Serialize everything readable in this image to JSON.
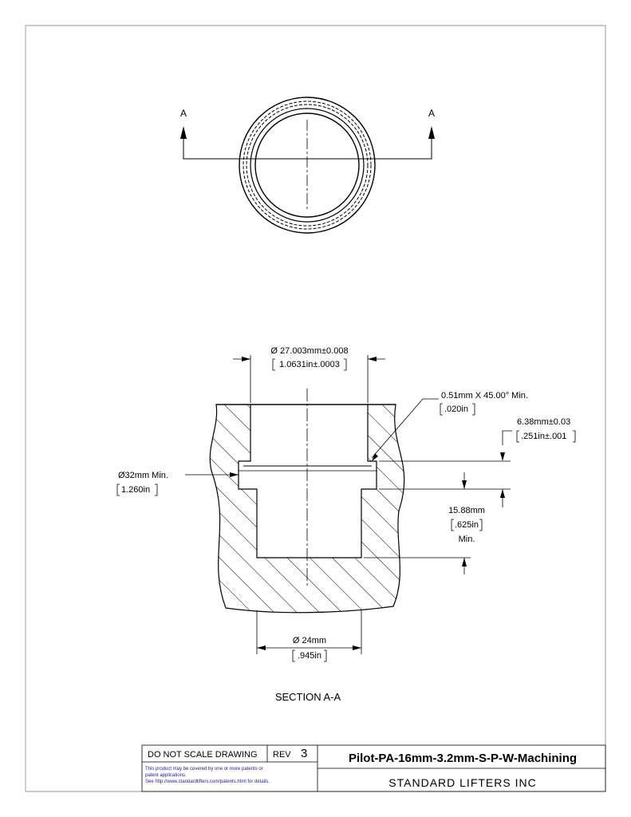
{
  "view_labels": {
    "section_left": "A",
    "section_right": "A"
  },
  "dimensions": {
    "bore_dia_mm": "Ø 27.003mm±0.008",
    "bore_dia_in": "1.0631in±.0003",
    "chamfer_mm": "0.51mm X 45.00° Min.",
    "chamfer_in": ".020in",
    "groove_depth_mm": "6.38mm±0.03",
    "groove_depth_in": ".251in±.001",
    "groove_dia_mm": "Ø32mm Min.",
    "groove_dia_in": "1.260in",
    "hole_depth_mm": "15.88mm",
    "hole_depth_in": ".625in",
    "hole_depth_min": "Min.",
    "hole_dia_mm": "Ø 24mm",
    "hole_dia_in": ".945in"
  },
  "section_title": "SECTION A-A",
  "title_block": {
    "do_not_scale": "DO NOT SCALE DRAWING",
    "rev_label": "REV",
    "rev_value": "3",
    "part_number": "Pilot-PA-16mm-3.2mm-S-P-W-Machining",
    "company": "STANDARD LIFTERS INC",
    "patent_line1": "This product may be covered by one or more patents or",
    "patent_line2": "patent applications.",
    "patent_line3": "See http://www.standardlifters.com/patents.html for details."
  }
}
